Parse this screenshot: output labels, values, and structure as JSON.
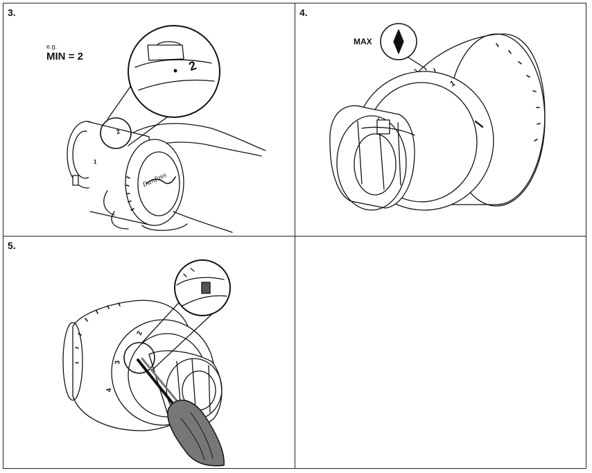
{
  "panels": [
    {
      "id": "3",
      "step_label": "3.",
      "eg_label": "e.g.",
      "min_label": "MIN = 2",
      "zoom_digit": "2",
      "dial_digit_1": "1",
      "dial_digit_2": "2",
      "brand_script": "Danfoss"
    },
    {
      "id": "4",
      "step_label": "4.",
      "max_label": "MAX",
      "dial_digit_1": "1"
    },
    {
      "id": "5",
      "step_label": "5.",
      "dial_digit_2": "2",
      "dial_digit_3": "3",
      "dial_digit_4": "4"
    },
    {
      "id": "6",
      "step_label": ""
    }
  ]
}
